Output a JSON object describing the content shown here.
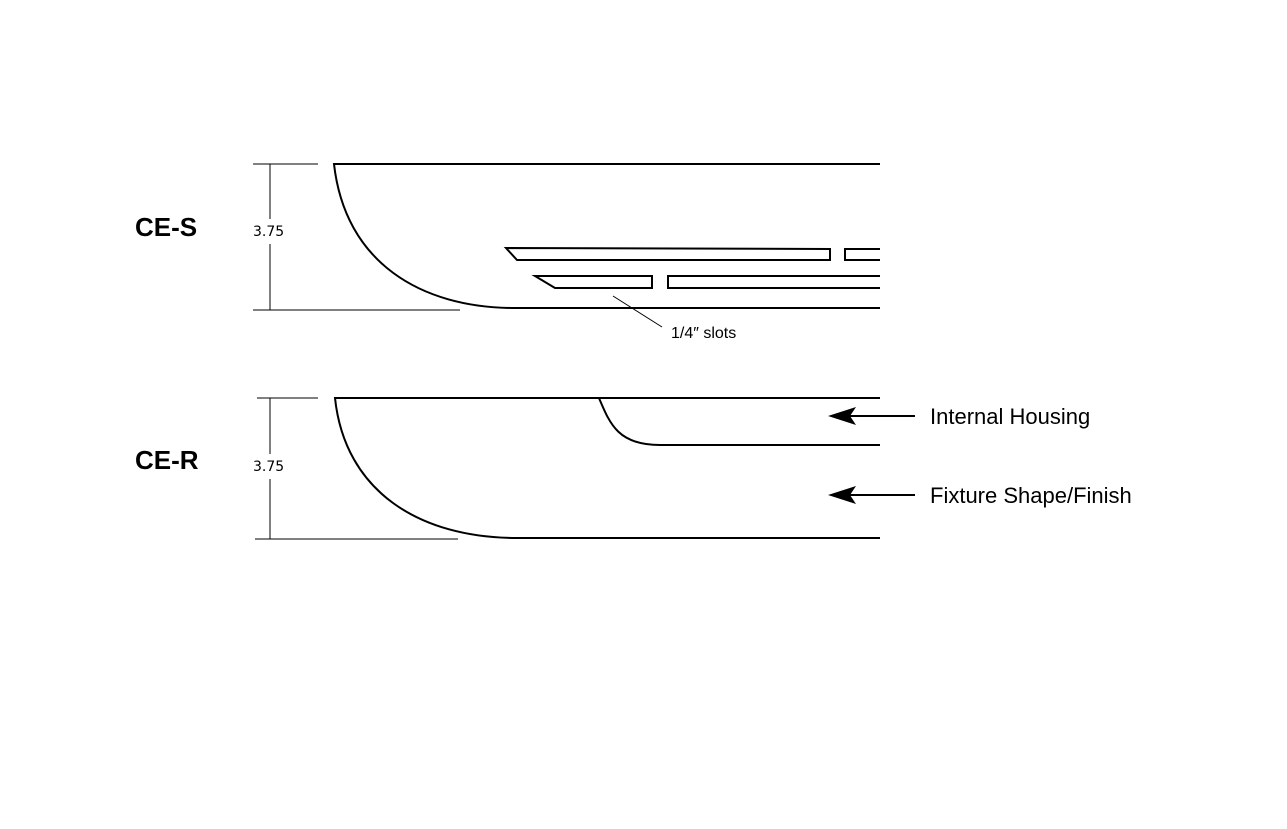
{
  "profiles": [
    {
      "name": "CE-S",
      "dimension": "3.75",
      "slot_note": "1/4″ slots"
    },
    {
      "name": "CE-R",
      "dimension": "3.75"
    }
  ],
  "callouts": [
    {
      "label": "Internal Housing"
    },
    {
      "label": "Fixture Shape/Finish"
    }
  ],
  "colors": {
    "line": "#000000",
    "background": "#ffffff"
  }
}
